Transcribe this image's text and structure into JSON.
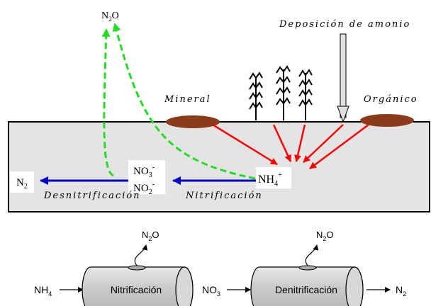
{
  "top_diagram": {
    "n2o": {
      "main": "N",
      "sub": "2",
      "rest": "O"
    },
    "n2": {
      "main": "N",
      "sub": "2"
    },
    "no3": {
      "main": "NO",
      "sub": "3",
      "sup": "-"
    },
    "no2": {
      "main": "NO",
      "sub": "2",
      "sup": "-"
    },
    "nh4": {
      "main": "NH",
      "sub": "4",
      "sup": "+"
    },
    "label_mineral": "Mineral",
    "label_organico": "Orgánico",
    "label_deposicion": "Deposición de amonio",
    "label_desnitrificacion": "Desnitrificación",
    "label_nitrificacion": "Nitrificación"
  },
  "bottom_diagram": {
    "nh4": {
      "main": "NH",
      "sub": "4"
    },
    "no3": {
      "main": "NO",
      "sub": "3"
    },
    "n2": {
      "main": "N",
      "sub": "2"
    },
    "n2o_left": {
      "main": "N",
      "sub": "2",
      "rest": "O"
    },
    "n2o_right": {
      "main": "N",
      "sub": "2",
      "rest": "O"
    },
    "cylinder_left": "Nitrificación",
    "cylinder_right": "Denitrificación"
  },
  "colors": {
    "soil": "#e4e4e4",
    "deposit": "#8b3a1a",
    "arrow_red": "#ff0000",
    "arrow_blue": "#0000cc",
    "arrow_green": "#22dd22",
    "cylinder": "#cccccc"
  }
}
